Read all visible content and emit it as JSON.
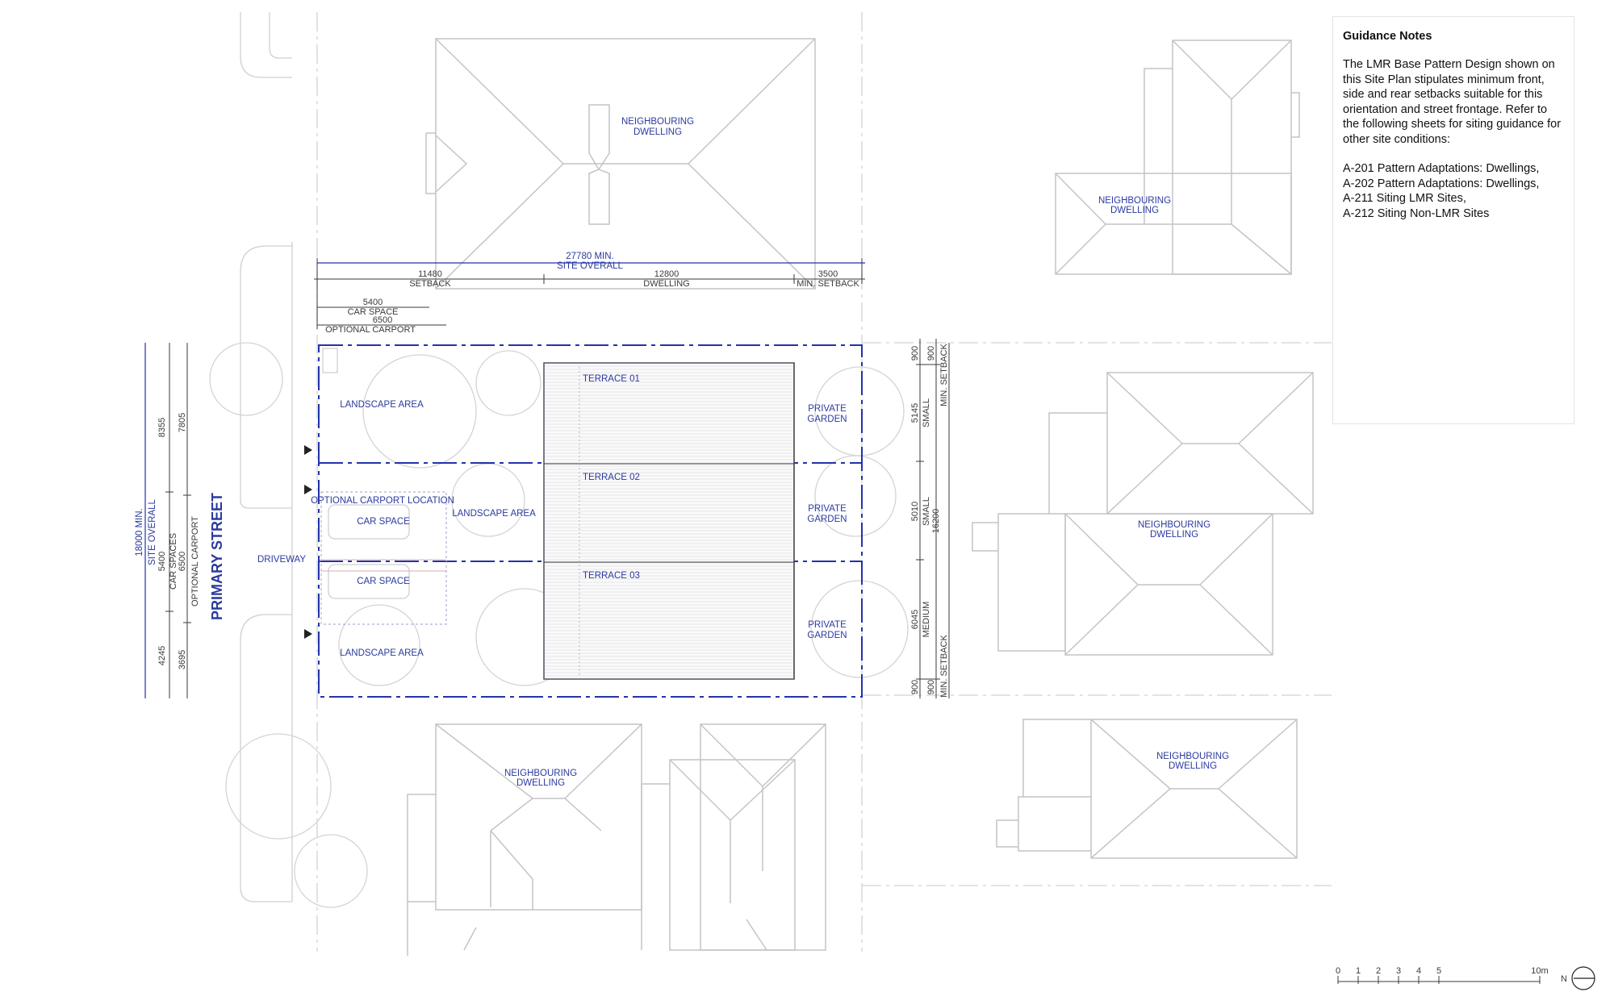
{
  "notes": {
    "title": "Guidance Notes",
    "body": "The LMR Base Pattern Design shown on this Site Plan stipulates minimum front, side and rear setbacks suitable for this orientation and street frontage. Refer to the following sheets for siting guidance for other site conditions:",
    "refs": [
      "A-201 Pattern Adaptations: Dwellings,",
      "A-202 Pattern Adaptations: Dwellings,",
      "A-211 Siting LMR Sites,",
      "A-212 Siting Non-LMR Sites"
    ]
  },
  "plan": {
    "street": "PRIMARY STREET",
    "driveway": "DRIVEWAY",
    "neighbour": "NEIGHBOURING DWELLING",
    "neighbour_line1": "NEIGHBOURING",
    "neighbour_line2": "DWELLING",
    "landscape": "LANDSCAPE AREA",
    "optional_carport_location": "OPTIONAL CARPORT LOCATION",
    "car_space": "CAR SPACE",
    "private_garden_line1": "PRIVATE",
    "private_garden_line2": "GARDEN",
    "terraces": [
      "TERRACE 01",
      "TERRACE 02",
      "TERRACE 03"
    ]
  },
  "dims_top": {
    "overall_value": "27780 MIN.",
    "overall_label": "SITE OVERALL",
    "setback_value": "11480",
    "setback_label": "SETBACK",
    "dwelling_value": "12800",
    "dwelling_label": "DWELLING",
    "rear_value": "3500",
    "rear_label": "MIN. SETBACK",
    "carspace_value": "5400",
    "carspace_label": "CAR SPACE",
    "carport_value": "6500",
    "carport_label": "OPTIONAL CARPORT"
  },
  "dims_left": {
    "overall_value": "18000 MIN.",
    "overall_label": "SITE OVERALL",
    "top_a": "8355",
    "top_b": "7805",
    "cars_value": "5400",
    "cars_label": "CAR SPACES",
    "carport_value": "6500",
    "carport_label": "OPTIONAL CARPORT",
    "bottom_a": "4245",
    "bottom_b": "3695"
  },
  "dims_right": {
    "top_setback": "900",
    "top_setback_b": "900",
    "top_setback_label": "MIN. SETBACK",
    "small1_value": "5145",
    "small_label": "SMALL",
    "small2_value": "5010",
    "medium_value": "6045",
    "medium_label": "MEDIUM",
    "overall_value": "16200",
    "bottom_setback": "900",
    "bottom_setback_b": "900",
    "bottom_setback_label": "MIN. SETBACK"
  },
  "scale": {
    "ticks": [
      "0",
      "1",
      "2",
      "3",
      "4",
      "5"
    ],
    "end": "10m",
    "north": "N"
  },
  "colors": {
    "accent": "#2b3a9e",
    "neighbour_line": "#c4c4c8"
  }
}
